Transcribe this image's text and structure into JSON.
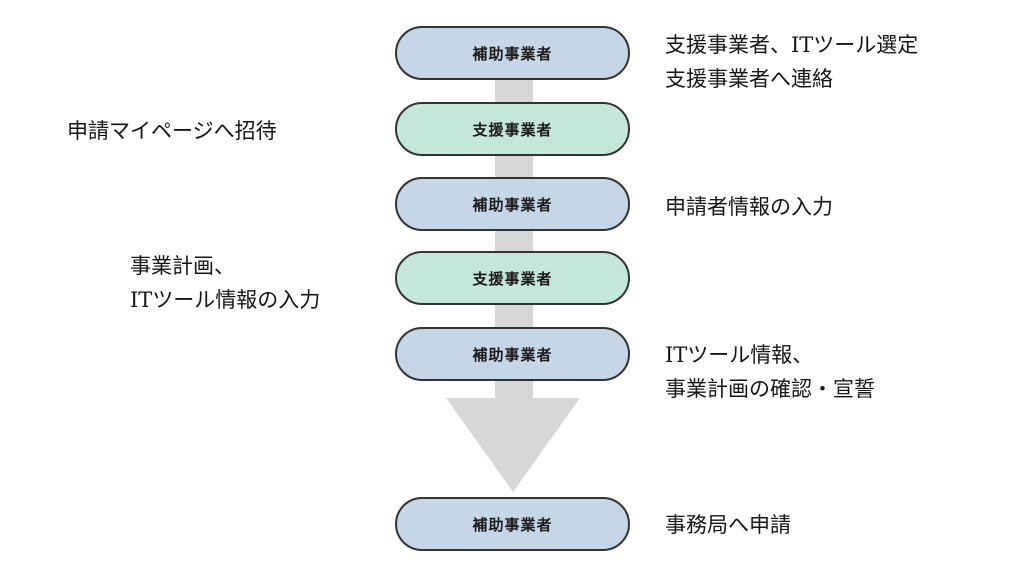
{
  "colors": {
    "subsidy_box": "#c5d6e6",
    "support_box": "#c5e7da",
    "arrow": "#d7d7d7",
    "border": "#333333"
  },
  "flow": {
    "steps": [
      {
        "label": "補助事業者",
        "role": "subsidy"
      },
      {
        "label": "支援事業者",
        "role": "support"
      },
      {
        "label": "補助事業者",
        "role": "subsidy"
      },
      {
        "label": "支援事業者",
        "role": "support"
      },
      {
        "label": "補助事業者",
        "role": "subsidy"
      },
      {
        "label": "補助事業者",
        "role": "subsidy"
      }
    ]
  },
  "notes": {
    "right_1": [
      "支援事業者、ITツール選定",
      "支援事業者へ連絡"
    ],
    "left_2": [
      "申請マイページへ招待"
    ],
    "right_3": [
      "申請者情報の入力"
    ],
    "left_4": [
      "事業計画、",
      "ITツール情報の入力"
    ],
    "right_5": [
      "ITツール情報、",
      "事業計画の確認・宣誓"
    ],
    "right_6": [
      "事務局へ申請"
    ]
  }
}
